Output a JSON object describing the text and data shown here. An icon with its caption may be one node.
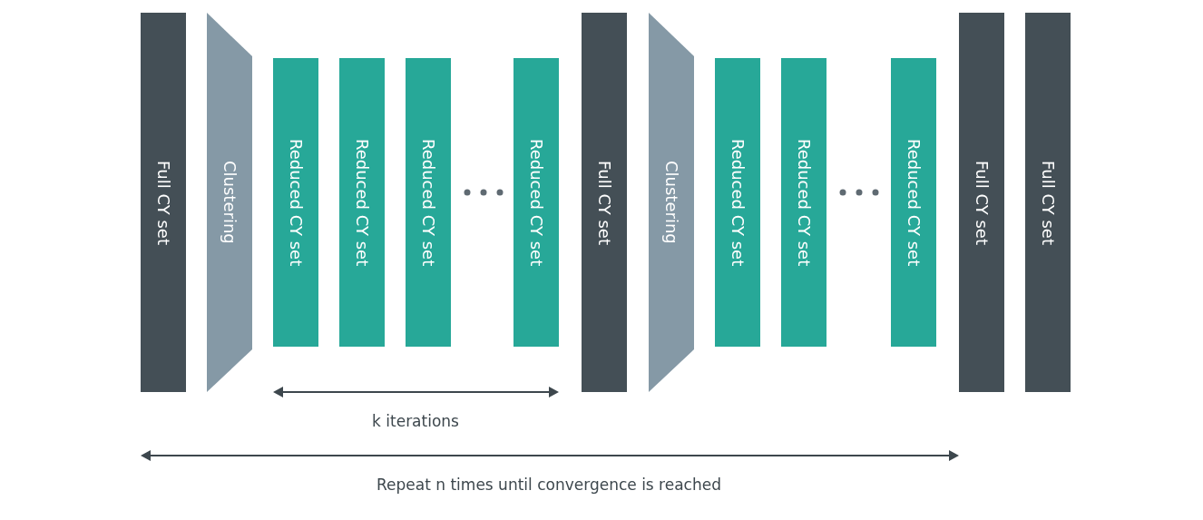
{
  "diagram": {
    "nodes": [
      {
        "text": [
          "Full CY set"
        ]
      },
      {
        "text": [
          "Clustering"
        ]
      },
      {
        "text": [
          "Reduced CY set"
        ]
      },
      {
        "text": [
          "Reduced CY set"
        ]
      },
      {
        "text": [
          "Reduced CY set"
        ]
      },
      {
        "text": [
          "Reduced CY set"
        ]
      },
      {
        "text": [
          "Full CY set"
        ]
      },
      {
        "text": [
          "Clustering"
        ]
      },
      {
        "text": [
          "Reduced CY set"
        ]
      },
      {
        "text": [
          "Reduced CY set"
        ]
      },
      {
        "text": [
          "Reduced CY set"
        ]
      },
      {
        "text": [
          "Full CY set"
        ]
      },
      {
        "text": [
          "Full CY set"
        ]
      }
    ],
    "edges": [],
    "labels": [
      "k iterations",
      "Repeat n times until convergence is reached"
    ]
  }
}
